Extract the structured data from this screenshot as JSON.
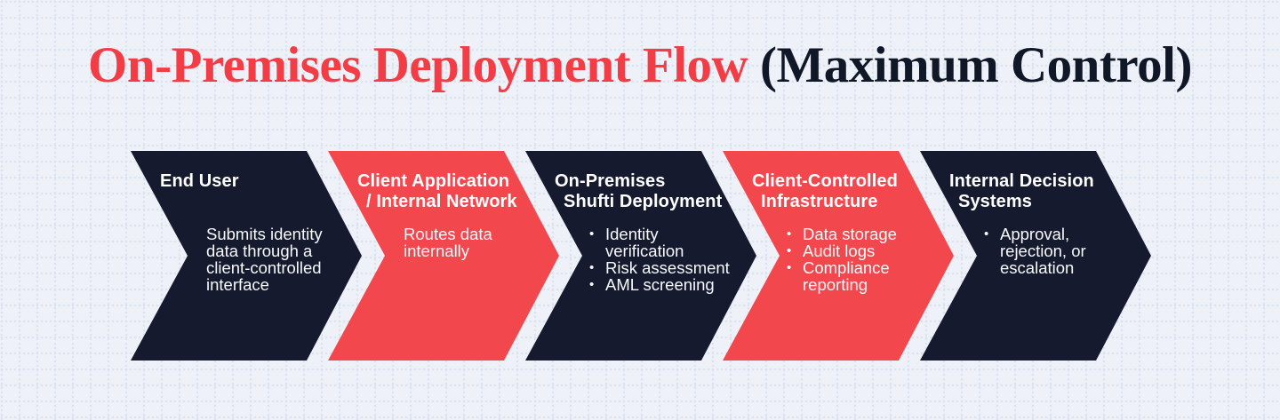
{
  "title": {
    "red_part": "On-Premises Deployment Flow ",
    "dark_part": "(Maximum Control)"
  },
  "colors": {
    "dark": "#151a2e",
    "red": "#f3474e",
    "title_red": "#f23d47",
    "title_dark": "#101828",
    "background": "#eef2f8",
    "grid_dots": "#dde4ef",
    "step_text": "#ffffff"
  },
  "bullet_marker": "•",
  "steps": [
    {
      "id": "end-user",
      "color": "dark",
      "title": "End User",
      "title_lines": [
        "End User"
      ],
      "description": "Submits identity data through a client-controlled interface",
      "description_lines": [
        "Submits identity",
        "data through a",
        "client-controlled",
        "interface"
      ],
      "bullets": []
    },
    {
      "id": "client-application-internal-network",
      "color": "red",
      "title": "Client Application / Internal Network",
      "title_lines": [
        "Client Application",
        "/ Internal Network"
      ],
      "description": "Routes data internally",
      "description_lines": [
        "Routes data",
        "internally"
      ],
      "bullets": []
    },
    {
      "id": "on-premises-shufti-deployment",
      "color": "dark",
      "title": "On-Premises Shufti Deployment",
      "title_lines": [
        "On-Premises",
        "Shufti Deployment"
      ],
      "description": "",
      "description_lines": [],
      "bullets": [
        {
          "text": "Identity verification",
          "lines": [
            "Identity",
            "verification"
          ]
        },
        {
          "text": "Risk assessment",
          "lines": [
            "Risk assessment"
          ]
        },
        {
          "text": "AML screening",
          "lines": [
            "AML screening"
          ]
        }
      ]
    },
    {
      "id": "client-controlled-infrastructure",
      "color": "red",
      "title": "Client-Controlled Infrastructure",
      "title_lines": [
        "Client-Controlled",
        "Infrastructure"
      ],
      "description": "",
      "description_lines": [],
      "bullets": [
        {
          "text": "Data storage",
          "lines": [
            "Data storage"
          ]
        },
        {
          "text": "Audit logs",
          "lines": [
            "Audit logs"
          ]
        },
        {
          "text": "Compliance reporting",
          "lines": [
            "Compliance",
            "reporting"
          ]
        }
      ]
    },
    {
      "id": "internal-decision-systems",
      "color": "dark",
      "title": "Internal Decision Systems",
      "title_lines": [
        "Internal Decision",
        "Systems"
      ],
      "description": "",
      "description_lines": [],
      "bullets": [
        {
          "text": "Approval, rejection, or escalation",
          "lines": [
            "Approval,",
            "rejection, or",
            "escalation"
          ]
        }
      ]
    }
  ]
}
